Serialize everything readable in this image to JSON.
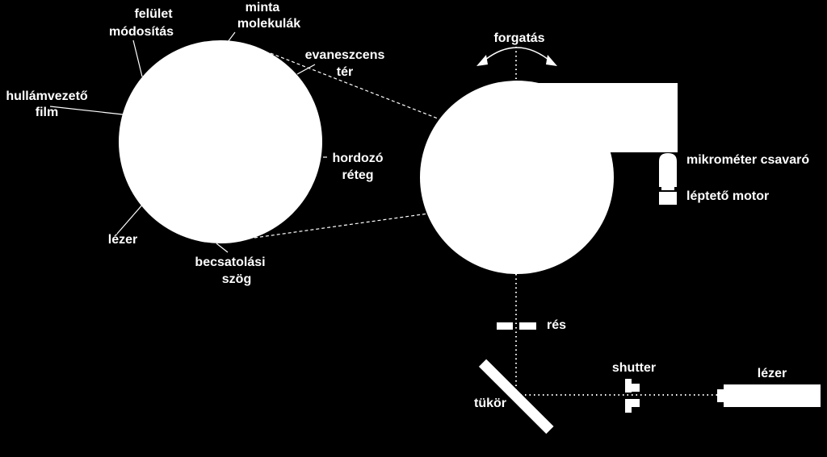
{
  "colors": {
    "background": "#000000",
    "foreground": "#ffffff"
  },
  "labels": {
    "felulet_1": "felület",
    "felulet_2": "módosítás",
    "minta_1": "minta",
    "minta_2": "molekulák",
    "evanesz_1": "evaneszcens",
    "evanesz_2": "tér",
    "hullam_1": "hullámvezető",
    "hullam_2": "film",
    "hordozo_1": "hordozó",
    "hordozo_2": "réteg",
    "lezer_left": "lézer",
    "becsat_1": "becsatolási",
    "becsat_2": "szög",
    "forgatas": "forgatás",
    "mikrometer": "mikrométer csavaró",
    "leptetomotor": "léptető motor",
    "res": "rés",
    "shutter": "shutter",
    "lezer_right": "lézer",
    "tukor": "tükör"
  }
}
